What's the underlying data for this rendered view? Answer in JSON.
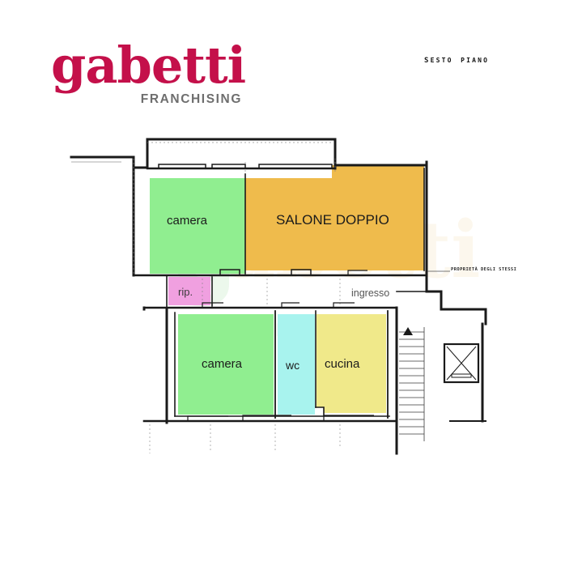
{
  "brand": {
    "logo_word": "gabetti",
    "logo_sub": "FRANCHISING",
    "logo_color": "#C4104A",
    "sub_color": "#6E6E6E",
    "watermark_text": "gabetti"
  },
  "header": {
    "floor_label": "Sesto Piano"
  },
  "plan": {
    "annotations": {
      "ingresso": "ingresso",
      "proprieta": "PROPRIETÀ DEGLI STESSI"
    },
    "rooms": [
      {
        "id": "camera-1",
        "label": "camera",
        "color": "#90EE90"
      },
      {
        "id": "salone",
        "label": "SALONE DOPPIO",
        "color": "#EFBB4C"
      },
      {
        "id": "rip",
        "label": "rip.",
        "color": "#F0A0E0"
      },
      {
        "id": "camera-2",
        "label": "camera",
        "color": "#90EE90"
      },
      {
        "id": "wc",
        "label": "wc",
        "color": "#A8F3EE"
      },
      {
        "id": "cucina",
        "label": "cucina",
        "color": "#F0E98A"
      }
    ],
    "features": {
      "stairs": "staircase",
      "elevator": "elevator-shaft",
      "up_arrow": "stairs-up-arrow"
    },
    "colors": {
      "wall": "#1a1a1a",
      "thin_wall": "#4a4a4a",
      "background": "#ffffff"
    }
  }
}
